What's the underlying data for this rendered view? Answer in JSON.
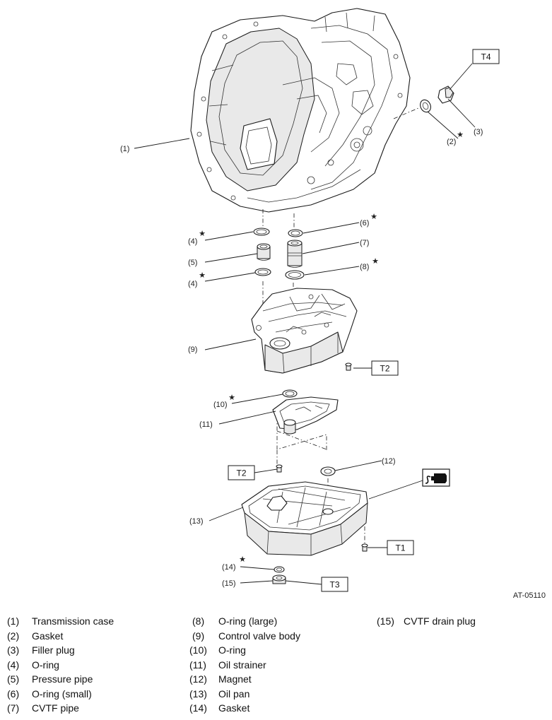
{
  "figure_id": "AT-05110",
  "callouts": [
    "(1)",
    "(2)",
    "(3)",
    "(4)",
    "(4)",
    "(5)",
    "(6)",
    "(7)",
    "(8)",
    "(9)",
    "(10)",
    "(11)",
    "(12)",
    "(13)",
    "(14)",
    "(15)"
  ],
  "torque_tags": [
    "T1",
    "T2",
    "T2",
    "T3",
    "T4"
  ],
  "star_symbol": "★",
  "legend": [
    {
      "num": "(1)",
      "text": "Transmission case"
    },
    {
      "num": "(2)",
      "text": "Gasket"
    },
    {
      "num": "(3)",
      "text": "Filler plug"
    },
    {
      "num": "(4)",
      "text": "O-ring"
    },
    {
      "num": "(5)",
      "text": "Pressure pipe"
    },
    {
      "num": "(6)",
      "text": "O-ring (small)"
    },
    {
      "num": "(7)",
      "text": "CVTF pipe"
    },
    {
      "num": "(8)",
      "text": "O-ring (large)"
    },
    {
      "num": "(9)",
      "text": "Control valve body"
    },
    {
      "num": "(10)",
      "text": "O-ring"
    },
    {
      "num": "(11)",
      "text": "Oil strainer"
    },
    {
      "num": "(12)",
      "text": "Magnet"
    },
    {
      "num": "(13)",
      "text": "Oil pan"
    },
    {
      "num": "(14)",
      "text": "Gasket"
    },
    {
      "num": "(15)",
      "text": "CVTF drain plug"
    }
  ],
  "icons": {
    "sealant": "liquid-gasket-icon",
    "star": "star-icon"
  }
}
